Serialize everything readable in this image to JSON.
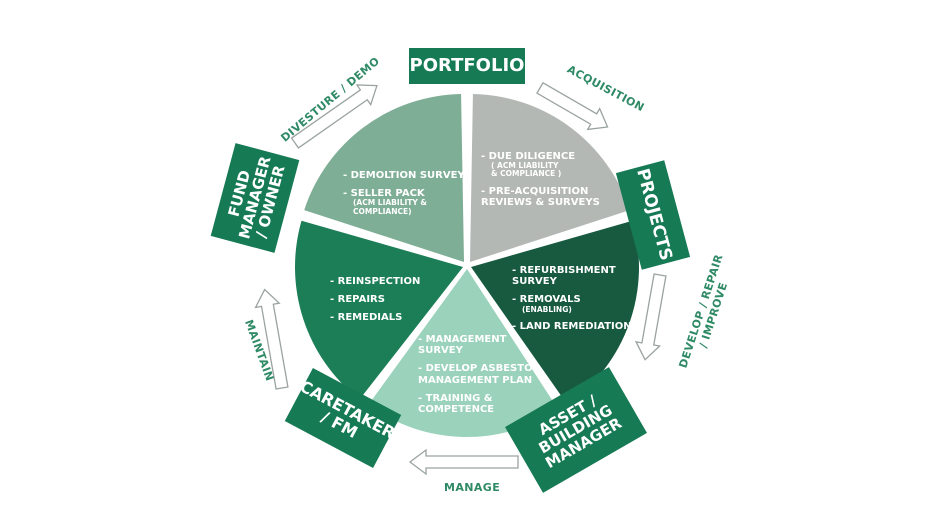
{
  "colors": {
    "accent": "#167a55",
    "stage_text": "#2f8a66",
    "arrow_stroke": "#9aa39f",
    "segments": {
      "portfolio_exit": "#7fae96",
      "acquisition": "#b4b8b5",
      "projects": "#175a40",
      "building_manager": "#9ad2bb",
      "maintain": "#1c7e57"
    }
  },
  "roles": {
    "portfolio": "PORTFOLIO",
    "projects": "PROJECTS",
    "asset_building_manager": [
      "ASSET /",
      "BUILDING",
      "MANAGER"
    ],
    "caretaker_fm": [
      "CARETAKER",
      "/ FM"
    ],
    "fund_manager_owner": [
      "FUND",
      "MANAGER",
      "/ OWNER"
    ]
  },
  "stages": {
    "acquisition": "ACQUISITION",
    "develop": [
      "DEVELOP / REPAIR",
      "/ IMPROVE"
    ],
    "manage": "MANAGE",
    "maintain": "MAINTAIN",
    "divesture": "DIVESTURE / DEMO"
  },
  "segments": {
    "portfolio_exit": {
      "items": [
        {
          "text": "- DEMOLTION SURVEY",
          "sub": []
        },
        {
          "text": "- SELLER PACK",
          "sub": [
            "(ACM LIABILITY &",
            "COMPLIANCE)"
          ]
        }
      ]
    },
    "acquisition": {
      "items": [
        {
          "text": "- DUE DILIGENCE",
          "sub": [
            "( ACM LIABILITY",
            "& COMPLIANCE )"
          ]
        },
        {
          "text": "- PRE-ACQUISITION",
          "sub": []
        },
        {
          "text": "REVIEWS & SURVEYS",
          "sub": []
        }
      ]
    },
    "projects": {
      "items": [
        {
          "text": "- REFURBISHMENT",
          "sub": []
        },
        {
          "text": "SURVEY",
          "sub": []
        },
        {
          "text": "- REMOVALS",
          "sub": [
            "(ENABLING)"
          ]
        },
        {
          "text": "- LAND REMEDIATION",
          "sub": []
        }
      ]
    },
    "building_manager": {
      "items": [
        {
          "text": "- MANAGEMENT",
          "sub": []
        },
        {
          "text": "SURVEY",
          "sub": []
        },
        {
          "text": "- DEVELOP ASBESTOS",
          "sub": []
        },
        {
          "text": "MANAGEMENT PLAN",
          "sub": []
        },
        {
          "text": "- TRAINING &",
          "sub": []
        },
        {
          "text": "COMPETENCE",
          "sub": []
        }
      ]
    },
    "maintain": {
      "items": [
        {
          "text": "- REINSPECTION",
          "sub": []
        },
        {
          "text": "- REPAIRS",
          "sub": []
        },
        {
          "text": "- REMEDIALS",
          "sub": []
        }
      ]
    }
  }
}
